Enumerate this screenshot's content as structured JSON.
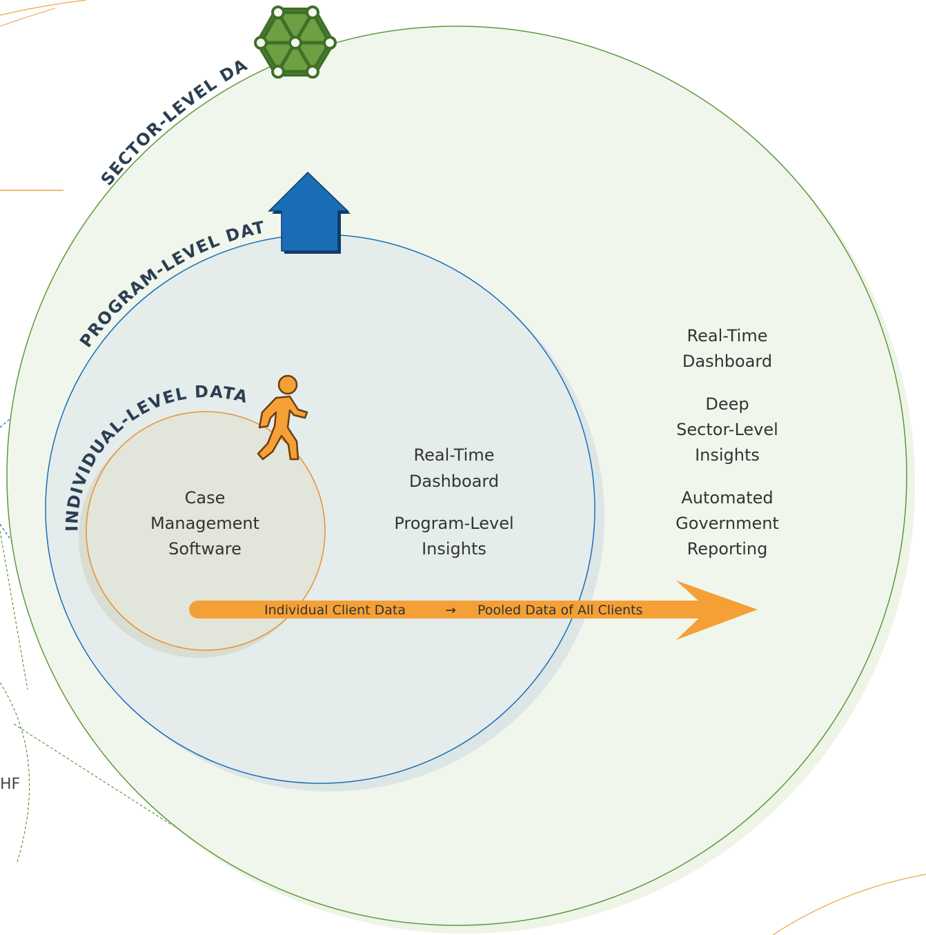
{
  "labels": {
    "sector": "SECTOR-LEVEL DATA",
    "program": "PROGRAM-LEVEL DATA",
    "individual": "INDIVIDUAL-LEVEL DATA"
  },
  "individual_circle": {
    "line1": "Case",
    "line2": "Management",
    "line3": "Software"
  },
  "program_circle": {
    "dashboard_line1": "Real-Time",
    "dashboard_line2": "Dashboard",
    "insights_line1": "Program-Level",
    "insights_line2": "Insights"
  },
  "sector_circle": {
    "dashboard_line1": "Real-Time",
    "dashboard_line2": "Dashboard",
    "insights_line1": "Deep",
    "insights_line2": "Sector-Level",
    "insights_line3": "Insights",
    "reporting_line1": "Automated",
    "reporting_line2": "Government",
    "reporting_line3": "Reporting"
  },
  "flow_arrow": {
    "from": "Individual Client Data",
    "symbol": "→",
    "to": "Pooled Data of All Clients"
  },
  "side_fragment": "HF",
  "colors": {
    "sector_green": "#5a9a3c",
    "sector_fill": "#f1f6ec",
    "program_blue": "#1a6db5",
    "program_fill": "#e4ecec",
    "individual_orange": "#e89030",
    "individual_fill": "#e2e5d9",
    "arrow_orange": "#f5a036",
    "label_navy": "#2b3f52"
  },
  "icons": {
    "sector": "network-icon",
    "program": "house-icon",
    "individual": "walking-person-icon"
  }
}
